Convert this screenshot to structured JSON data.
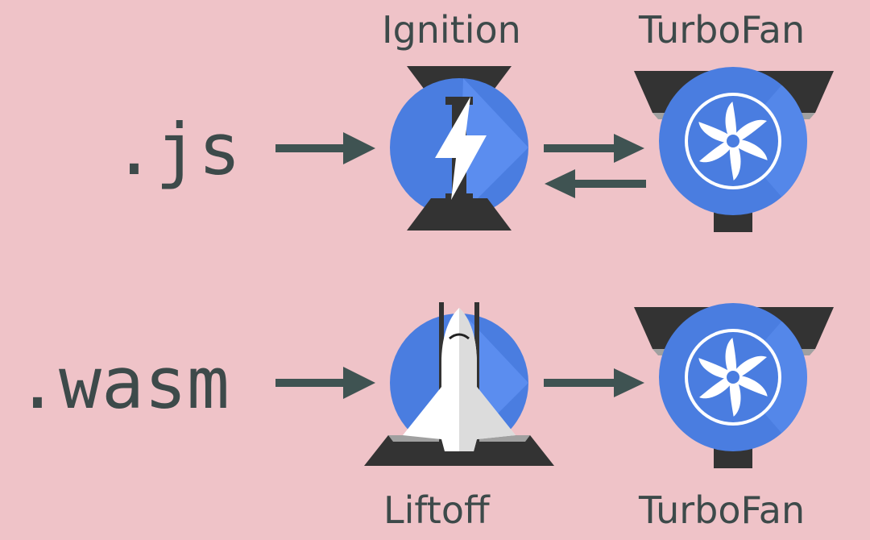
{
  "inputs": {
    "js": ".js",
    "wasm": ".wasm"
  },
  "engines": {
    "ignition": "Ignition",
    "turbofan_top": "TurboFan",
    "liftoff": "Liftoff",
    "turbofan_bottom": "TurboFan"
  },
  "icons": {
    "ignition": "lightning-bolt-icon",
    "turbofan": "turbine-fan-icon",
    "liftoff": "space-shuttle-icon"
  },
  "colors": {
    "background": "#efc3c8",
    "text": "#3d4a4a",
    "arrow": "#3f5352",
    "circle": "#4a7de0",
    "circle_light": "#5b8def",
    "dark": "#333333"
  }
}
